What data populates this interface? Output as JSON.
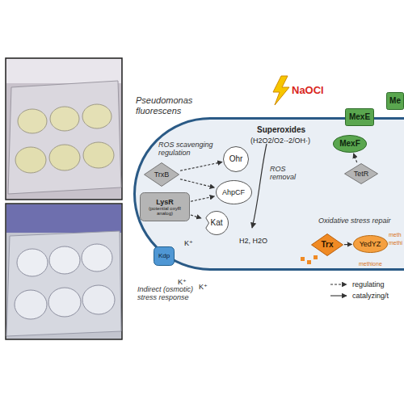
{
  "diagram": {
    "nodes": [
      {
        "text": [
          "Pseudomonas fluorescens"
        ]
      },
      {
        "text": [
          "MexE"
        ],
        "in": 0
      },
      {
        "text": [
          "MexF"
        ],
        "in": 0
      },
      {
        "text": [
          "TetR"
        ],
        "in": 0
      },
      {
        "text": [
          "TrxB"
        ],
        "in": 0
      },
      {
        "text": [
          "Ohr"
        ],
        "in": 0
      },
      {
        "text": [
          "AhpCF"
        ],
        "in": 0
      },
      {
        "text": [
          "LysR",
          "(potential oxyR analog)"
        ],
        "in": 0
      },
      {
        "text": [
          "Kat"
        ],
        "in": 0
      },
      {
        "text": [
          "Trx"
        ],
        "in": 0
      },
      {
        "text": [
          "YedYZ"
        ],
        "in": 0
      },
      {
        "text": [
          "Kdp"
        ],
        "in": 0
      },
      {
        "text": [
          "Me"
        ]
      }
    ],
    "edges": [
      {
        "from": 4,
        "to": 5,
        "arrow": "to"
      },
      {
        "from": 4,
        "to": 6,
        "arrow": "to"
      },
      {
        "from": 7,
        "to": 6,
        "arrow": "to"
      },
      {
        "from": 7,
        "to": 8,
        "arrow": "to"
      },
      {
        "from": 3,
        "to": 2,
        "arrow": "to"
      },
      {
        "from": 9,
        "to": 10,
        "arrow": "to"
      }
    ],
    "labels": [
      "NaOCl",
      "Superoxides",
      "(H2O2/O2·-2/OH·)",
      "ROS scavenging regulation",
      "ROS removal",
      "H2, H2O",
      "Oxidative stress repair",
      "meth",
      "methi",
      "methione",
      "K⁺",
      "K⁺",
      "K⁺",
      "Indirect (osmotic) stress response"
    ],
    "legend": [
      {
        "text": "regulating"
      },
      {
        "text": "catalyzing/t"
      }
    ]
  }
}
